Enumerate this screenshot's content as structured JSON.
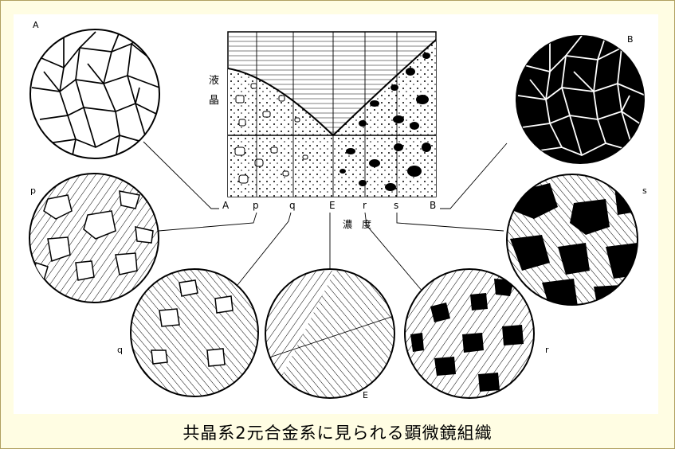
{
  "diagram": {
    "axis_labels": {
      "A": "A",
      "p": "p",
      "q": "q",
      "E": "E",
      "r": "r",
      "s": "s",
      "B": "B"
    },
    "axis_title": "濃　度",
    "y_label_1": "液",
    "y_label_2": "晶",
    "micro_labels": {
      "A": "A",
      "B": "B",
      "p": "p",
      "s": "s",
      "q": "q",
      "E": "E",
      "r": "r"
    }
  },
  "caption": "共晶系2元合金系に見られる顕微鏡組織",
  "colors": {
    "page_bg": "#fffde3",
    "panel_bg": "#ffffff",
    "ink": "#000000"
  }
}
